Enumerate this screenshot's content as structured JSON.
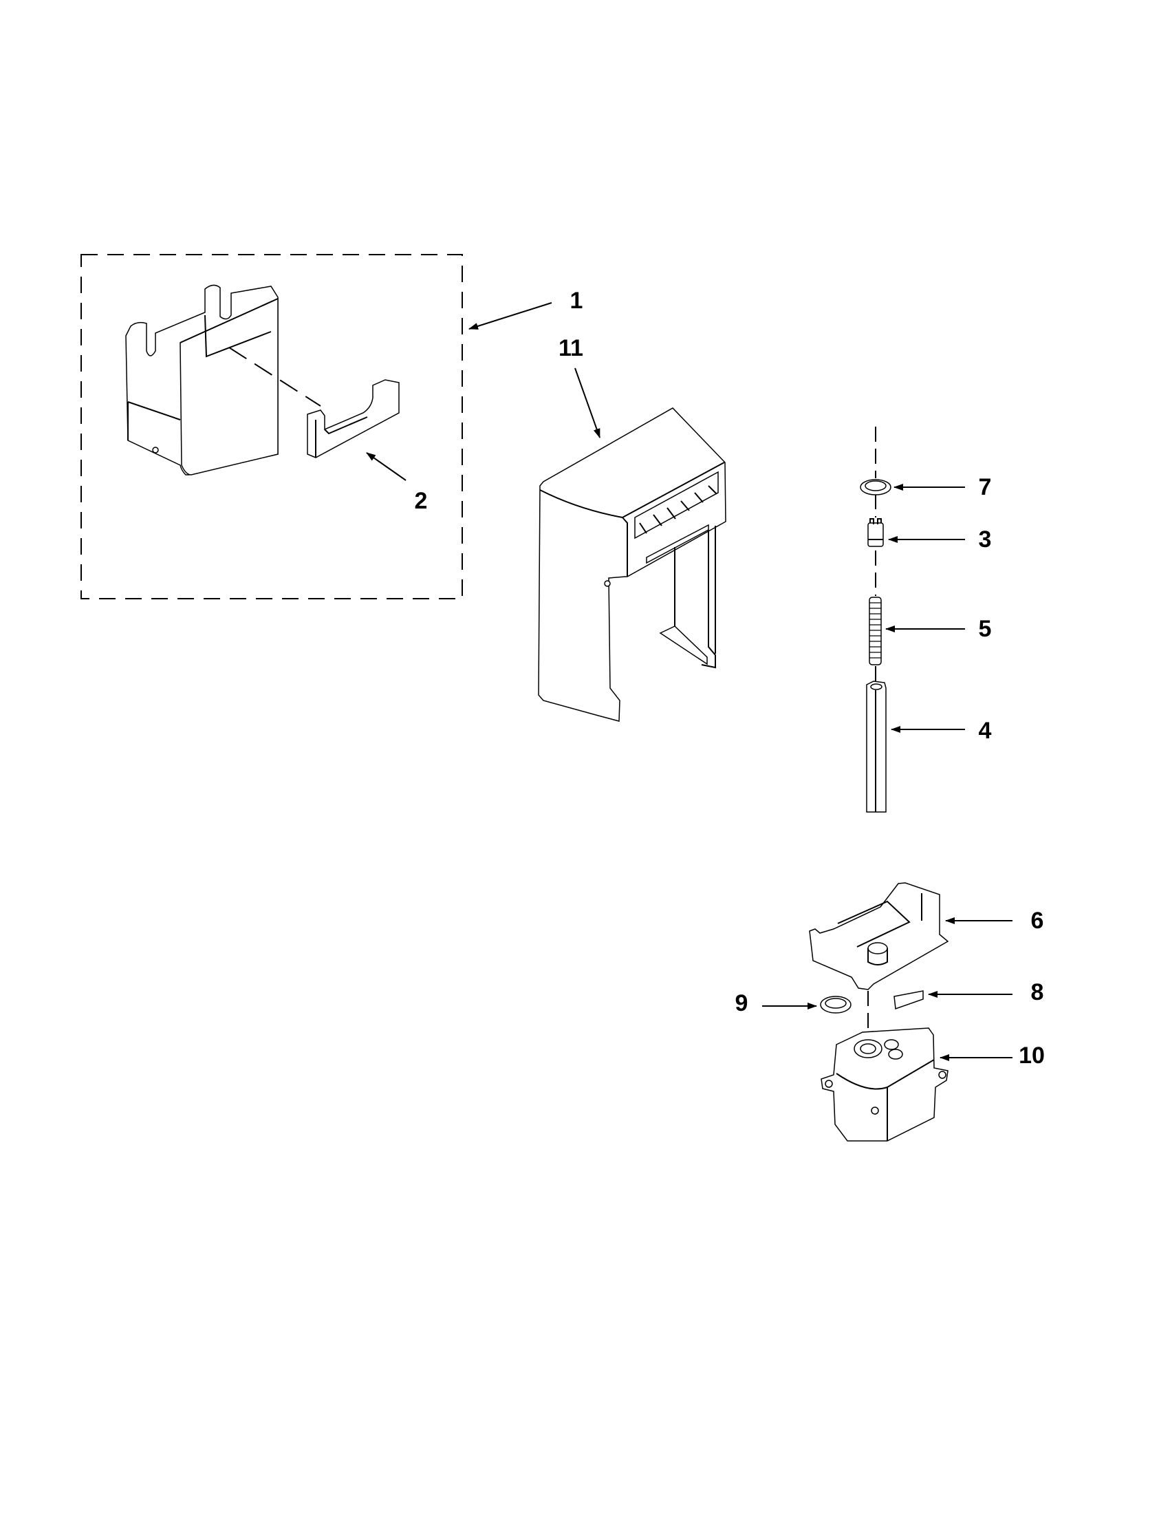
{
  "diagram": {
    "type": "exploded-parts-diagram",
    "colors": {
      "line": "#000000",
      "background": "#ffffff"
    },
    "assembly_group": {
      "label": "1",
      "contains": [
        "2"
      ]
    },
    "callouts": [
      {
        "id": "1",
        "label": "1",
        "part": "ice-bucket-assembly"
      },
      {
        "id": "2",
        "label": "2",
        "part": "bucket-front-handle"
      },
      {
        "id": "3",
        "label": "3",
        "part": "coupler"
      },
      {
        "id": "4",
        "label": "4",
        "part": "auger-shaft"
      },
      {
        "id": "5",
        "label": "5",
        "part": "spring"
      },
      {
        "id": "6",
        "label": "6",
        "part": "motor-mount-bracket"
      },
      {
        "id": "7",
        "label": "7",
        "part": "washer"
      },
      {
        "id": "8",
        "label": "8",
        "part": "spacer"
      },
      {
        "id": "9",
        "label": "9",
        "part": "seal-ring"
      },
      {
        "id": "10",
        "label": "10",
        "part": "auger-motor"
      },
      {
        "id": "11",
        "label": "11",
        "part": "dispenser-housing"
      }
    ]
  }
}
